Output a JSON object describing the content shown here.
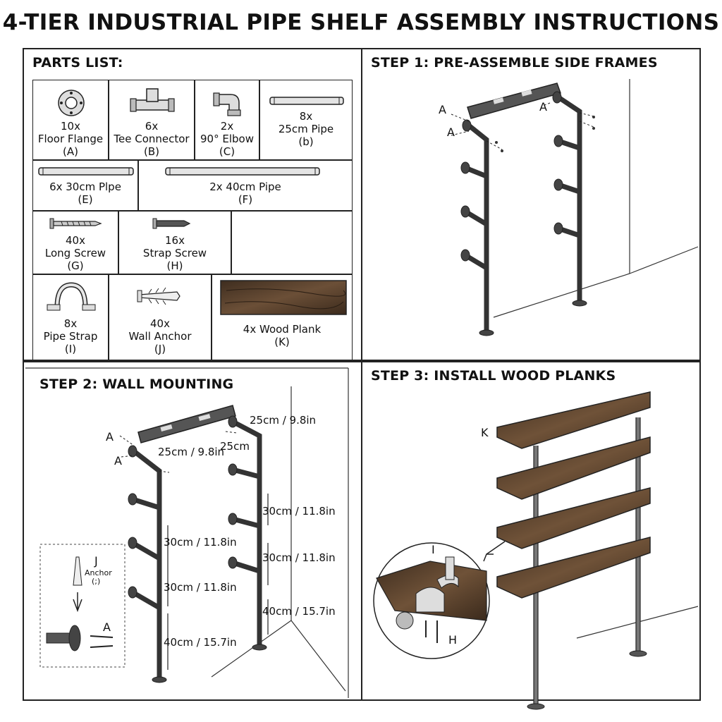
{
  "title": "4-TIER INDUSTRIAL PIPE SHELF ASSEMBLY INSTRUCTIONS",
  "parts_list": {
    "heading": "PARTS LIST:",
    "parts": [
      {
        "qty": "10x",
        "name": "Floor Flange",
        "code": "(A)"
      },
      {
        "qty": "6x",
        "name": "Tee Connector",
        "code": "(B)"
      },
      {
        "qty": "2x",
        "name": "90° Elbow",
        "code": "(C)"
      },
      {
        "qty": "8x",
        "name": "25cm Pipe",
        "code": "(b)"
      },
      {
        "name": "6x 30cm Plpe",
        "code": "(E)"
      },
      {
        "name": "2x 40cm Pipe",
        "code": "(F)"
      },
      {
        "qty": "40x",
        "name": "Long Screw",
        "code": "(G)"
      },
      {
        "qty": "16x",
        "name": "Strap Screw",
        "code": "(H)"
      },
      {
        "qty": "8x",
        "name": "Pipe Strap",
        "code": "(I)"
      },
      {
        "qty": "40x",
        "name": "Wall Anchor",
        "code": "(J)"
      },
      {
        "name": "4x Wood Plank",
        "code": "(K)"
      }
    ]
  },
  "step1": {
    "heading": "STEP 1: PRE-ASSEMBLE SIDE FRAMES",
    "labels": [
      "A",
      "A",
      "A"
    ]
  },
  "step2": {
    "heading": "STEP 2: WALL MOUNTING",
    "labels": [
      "A",
      "A",
      "A"
    ],
    "dims": {
      "top_right": "25cm / 9.8in",
      "top_left": "25cm / 9.8in",
      "top_inner": "25cm",
      "r1": "30cm / 11.8in",
      "r2": "30cm / 11.8in",
      "r3": "40cm / 15.7in",
      "l1": "30cm / 11.8in",
      "l2": "30cm / 11.8in",
      "l3": "40cm / 15.7in"
    },
    "inset": {
      "j": "J",
      "anchor": "Anchor",
      "code": "(;)"
    }
  },
  "step3": {
    "heading": "STEP 3: INSTALL WOOD PLANKS",
    "labels": {
      "k": "K",
      "i": "I",
      "h": "H"
    }
  },
  "colors": {
    "pipe": "#4a4a4a",
    "wood": "#5a4330",
    "line": "#222222"
  }
}
